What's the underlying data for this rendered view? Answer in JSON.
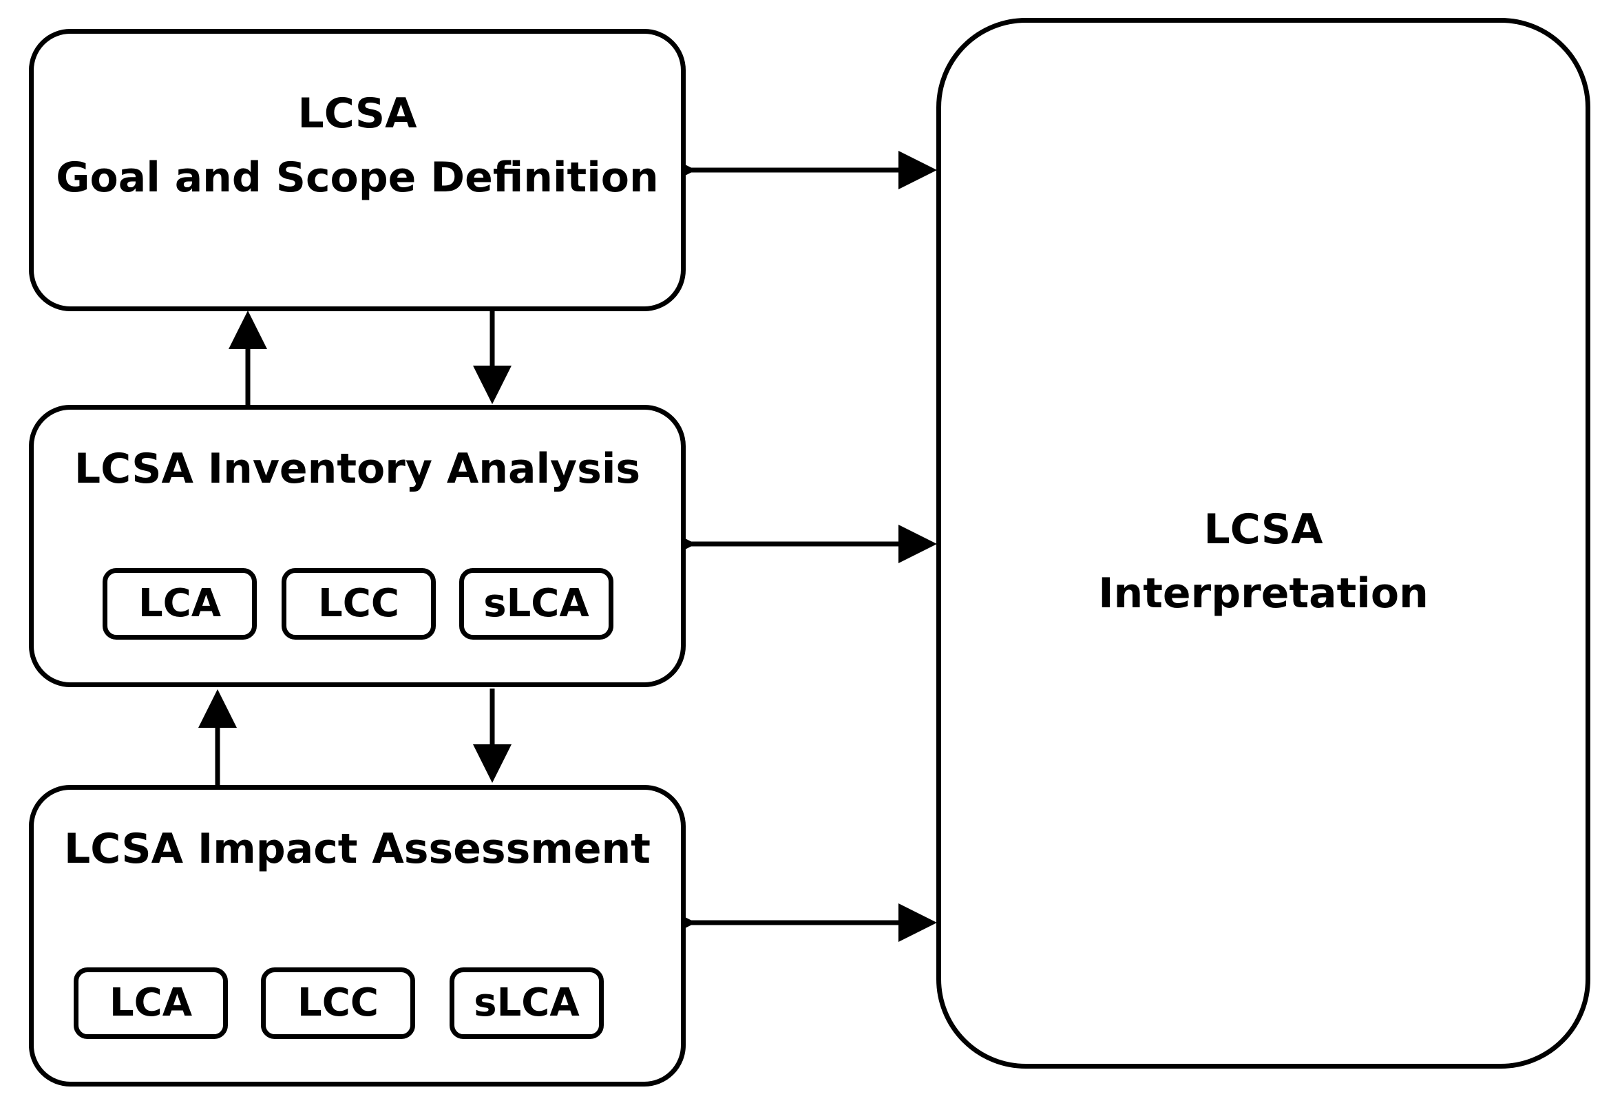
{
  "goal_scope": {
    "line1": "LCSA",
    "line2": "Goal and Scope Definition"
  },
  "inventory": {
    "title": "LCSA Inventory Analysis",
    "items": [
      "LCA",
      "LCC",
      "sLCA"
    ]
  },
  "impact": {
    "title": "LCSA Impact Assessment",
    "items": [
      "LCA",
      "LCC",
      "sLCA"
    ]
  },
  "interpretation": {
    "line1": "LCSA",
    "line2": "Interpretation"
  },
  "colors": {
    "stroke": "#000000",
    "background": "#ffffff"
  }
}
